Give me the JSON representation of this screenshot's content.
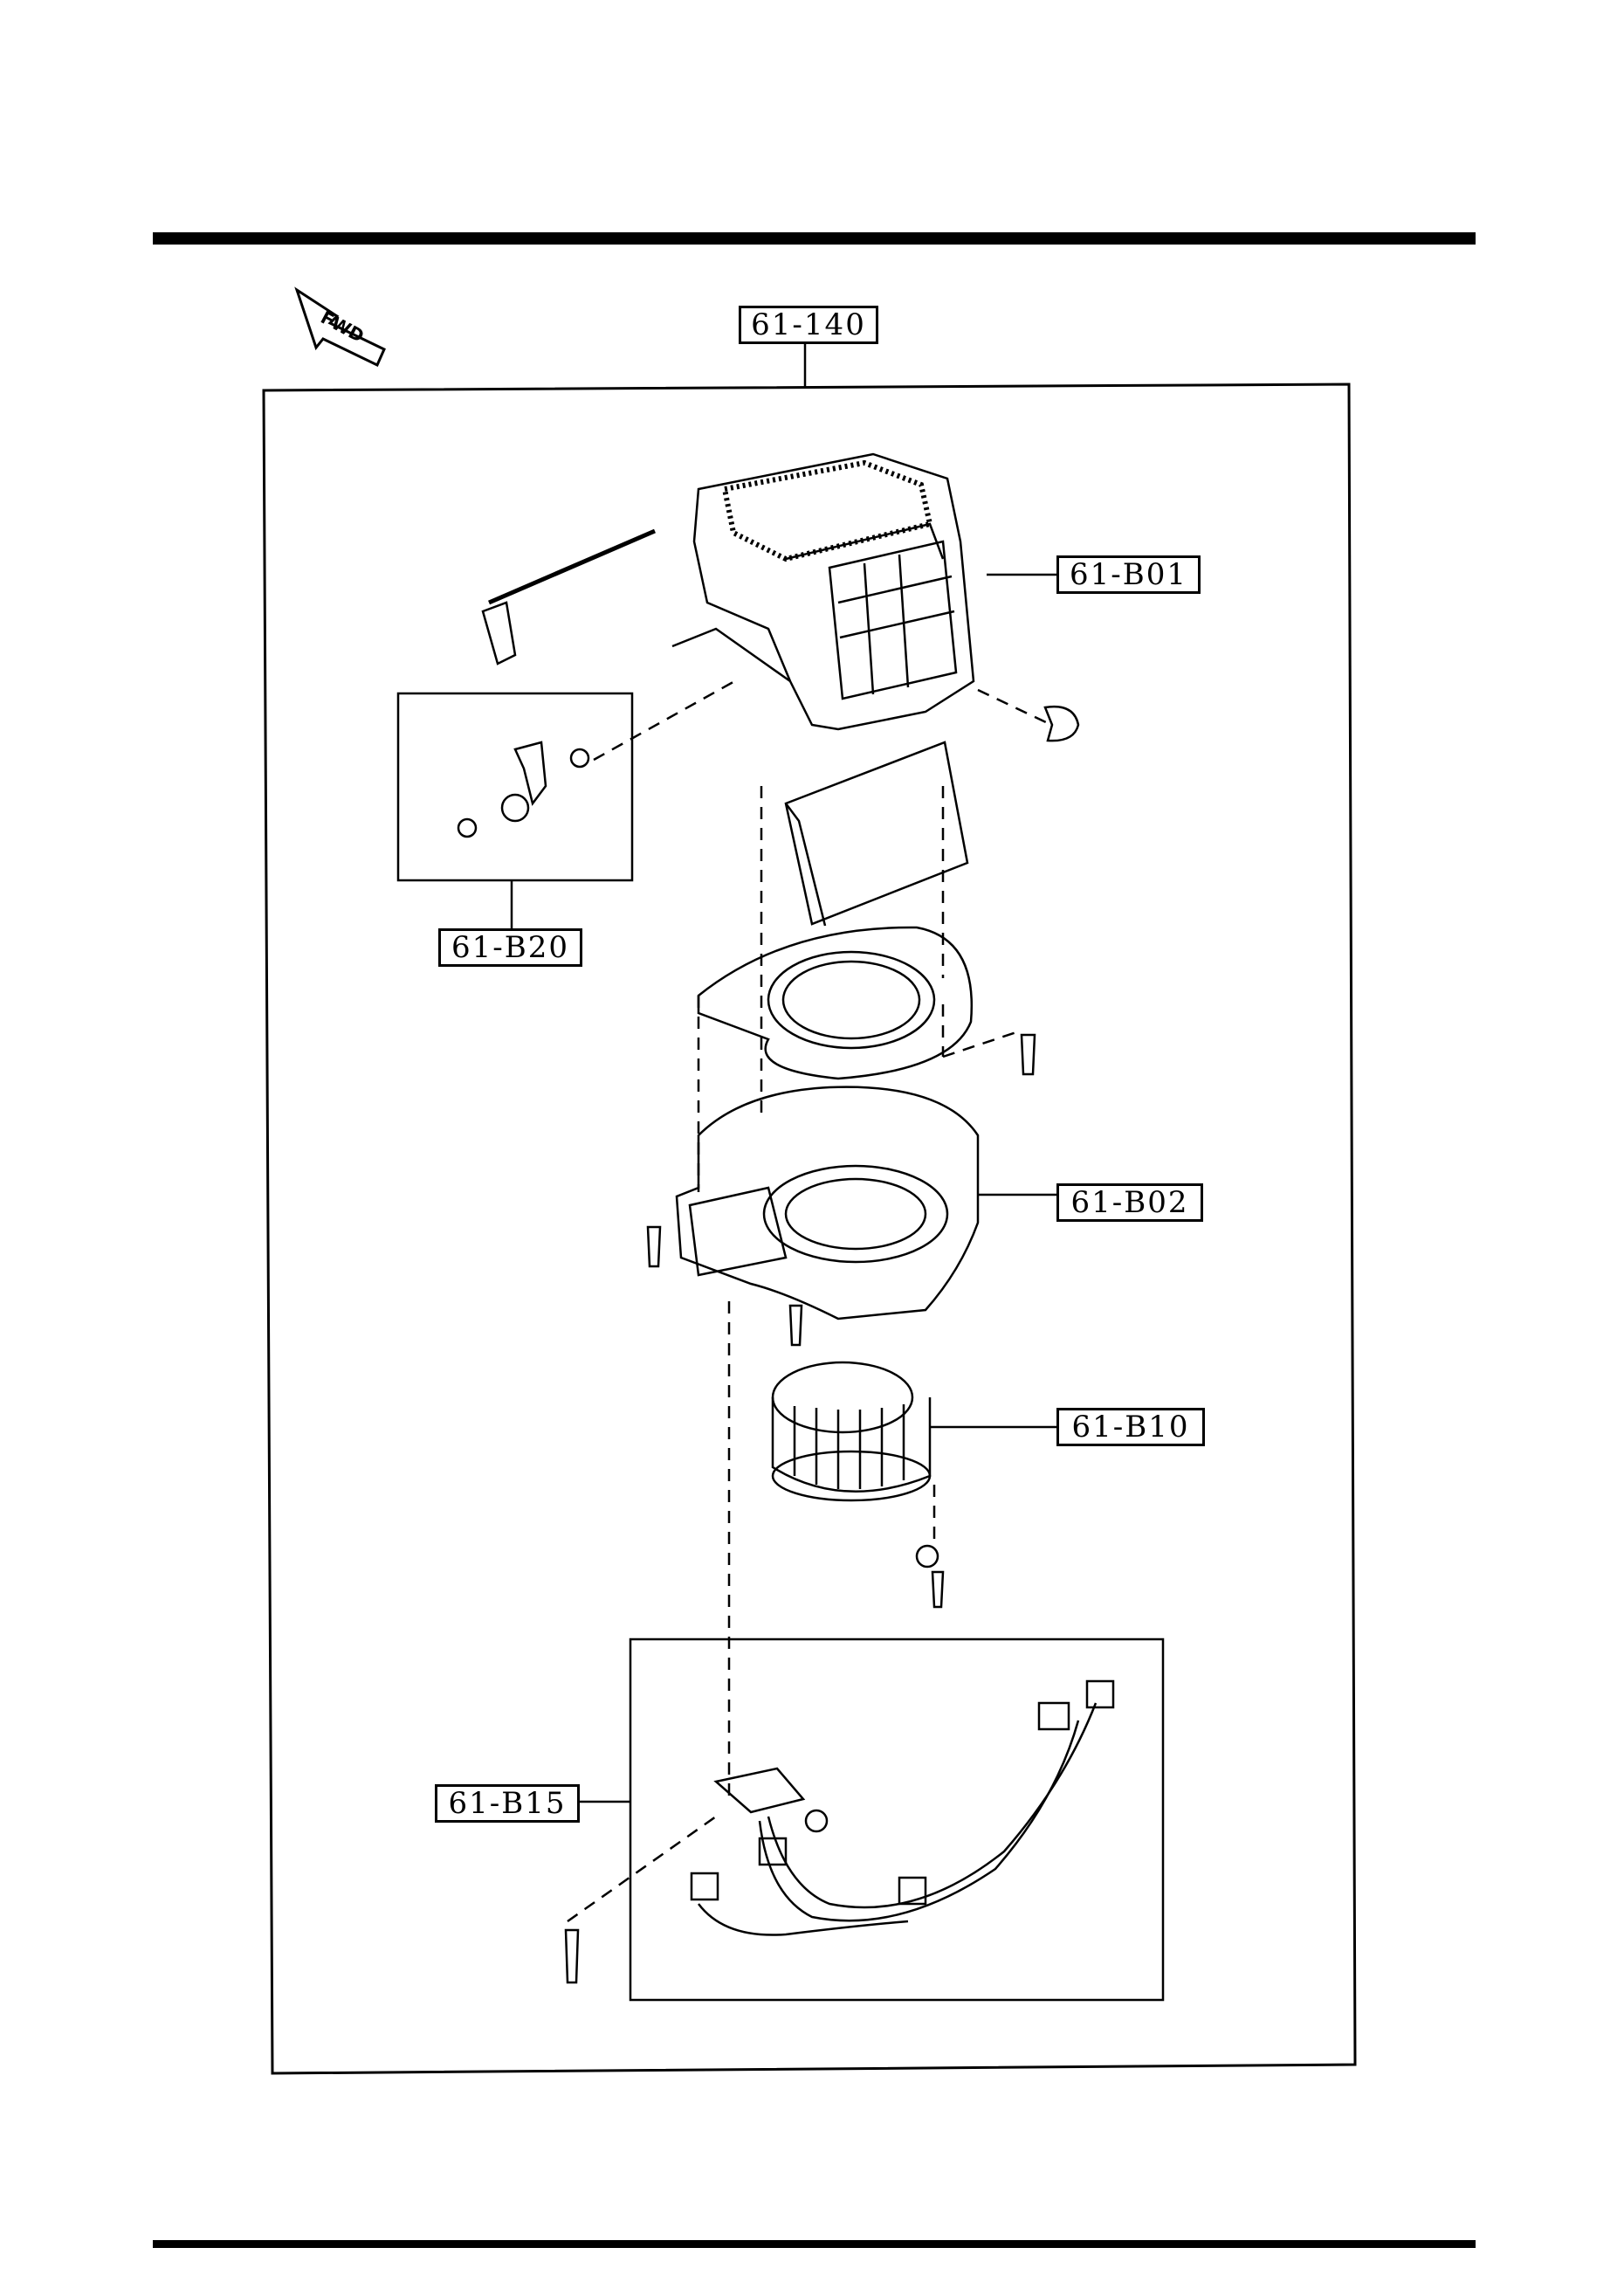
{
  "diagram": {
    "assembly_label": "61-140",
    "direction_arrow_label": "FWD",
    "parts": {
      "intake_case": "61-B01",
      "bracket_kit": "61-B20",
      "blower_case": "61-B02",
      "fan": "61-B10",
      "resistor_harness": "61-B15"
    }
  }
}
